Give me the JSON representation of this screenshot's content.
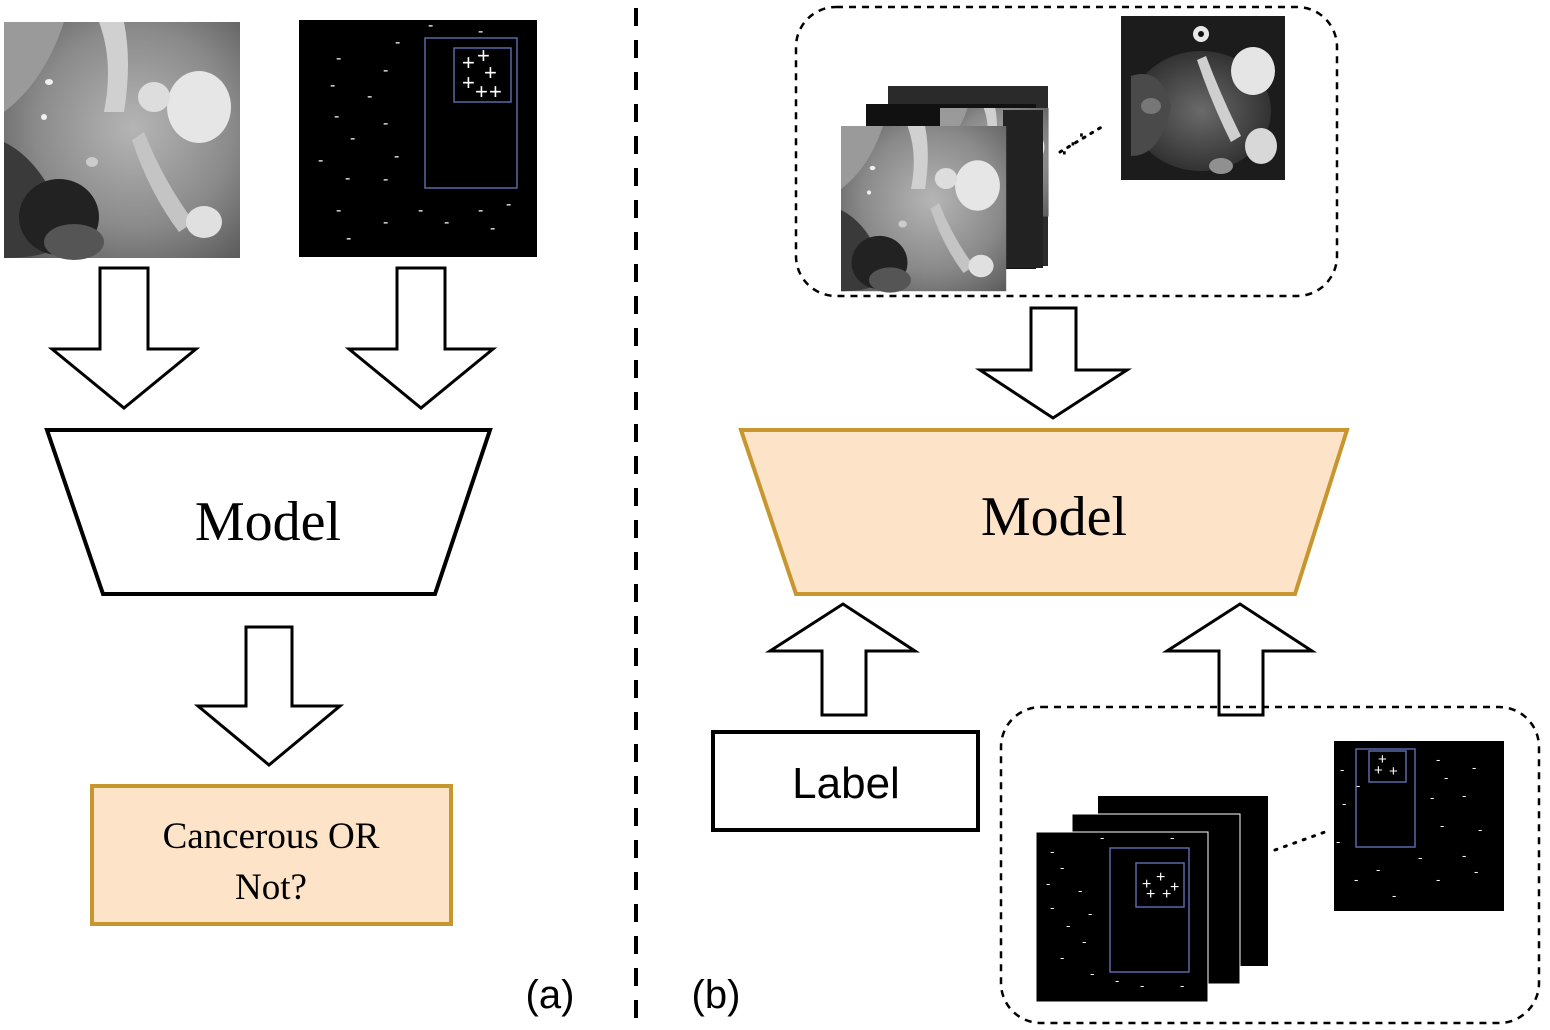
{
  "panel_a": {
    "model_label": "Model",
    "output_line1": "Cancerous OR",
    "output_line2": "Not?",
    "panel_tag": "(a)"
  },
  "panel_b": {
    "model_label": "Model",
    "label_box": "Label",
    "panel_tag": "(b)"
  },
  "mask_marks": {
    "negative": "-",
    "positive": "+"
  },
  "colors": {
    "model_fill_b": "#fde3c8",
    "model_stroke_b": "#c8962e",
    "output_fill_a": "#fde3c8",
    "output_stroke_a": "#c8962e",
    "roi_box": "#5a68a8",
    "ct_dark": "#1a1a1a",
    "ct_tissue": "#8f8f8f"
  }
}
